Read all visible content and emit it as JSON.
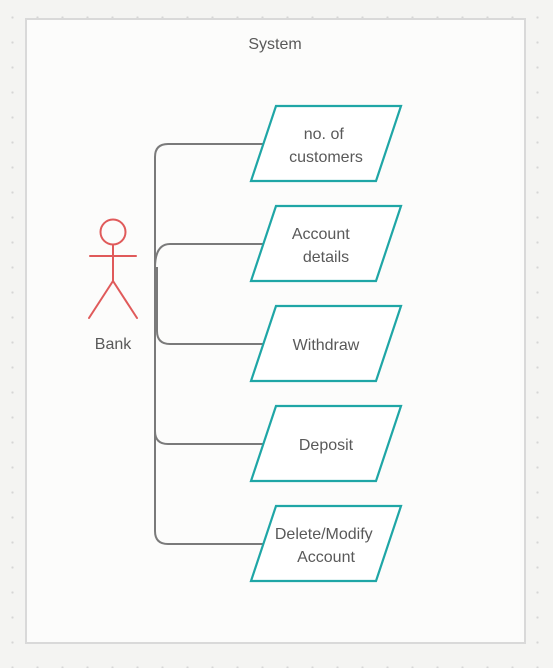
{
  "system": {
    "title": "System"
  },
  "actor": {
    "label": "Bank",
    "color": "#e05a5a",
    "icon": "stick-figure-actor-icon"
  },
  "use_cases": [
    {
      "lines": [
        "no. of",
        "customers"
      ]
    },
    {
      "lines": [
        "Account",
        "details"
      ]
    },
    {
      "lines": [
        "Withdraw"
      ]
    },
    {
      "lines": [
        "Deposit"
      ]
    },
    {
      "lines": [
        "Delete/Modify",
        "Account"
      ]
    }
  ],
  "colors": {
    "use_case_stroke": "#1fa6a6",
    "connector": "#7a7a7a",
    "boundary_stroke": "#d9d9d9",
    "boundary_fill": "#fcfcfb"
  }
}
